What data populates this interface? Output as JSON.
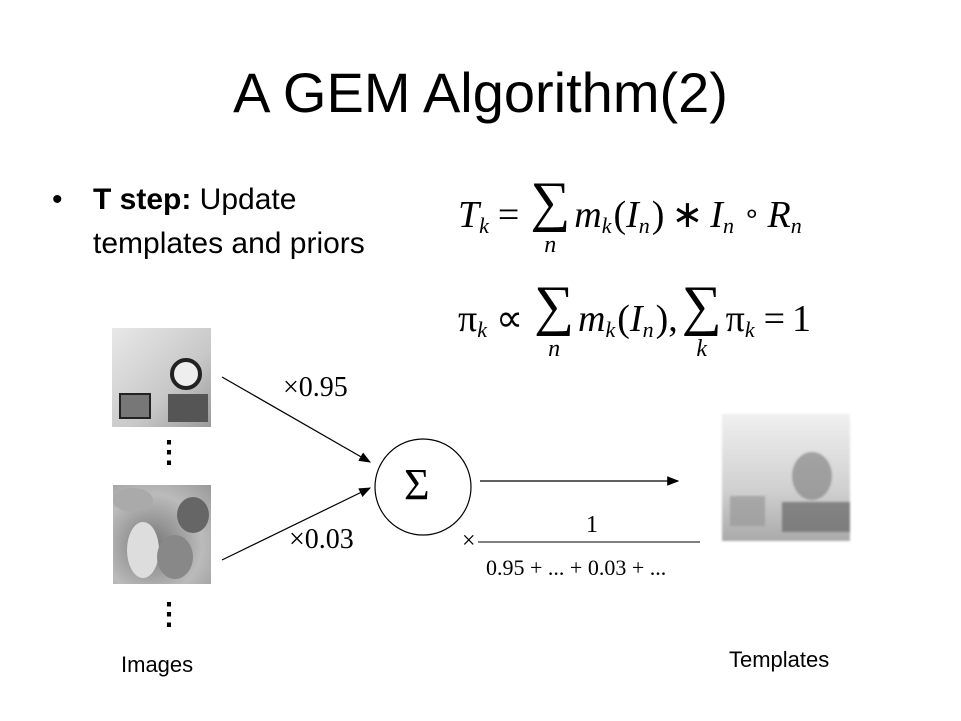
{
  "title": "A GEM Algorithm(2)",
  "bullet": {
    "marker": "•",
    "bold": "T step:",
    "text1": " Update",
    "text2": "templates and priors"
  },
  "formula1": {
    "T": "T",
    "k": "k",
    "eq": "=",
    "sum": "∑",
    "lim": "n",
    "m": "m",
    "mk": "k",
    "lp": "(",
    "I": "I",
    "n": "n",
    "rp": ")",
    "star": "∗",
    "I2": "I",
    "n2": "n",
    "circ": "∘",
    "R": "R",
    "n3": "n"
  },
  "formula2": {
    "pi": "π",
    "k": "k",
    "prop": "∝",
    "sum": "∑",
    "lim": "n",
    "m": "m",
    "mk": "k",
    "lp": "(",
    "I": "I",
    "n": "n",
    "rp": "),",
    "sum2": "∑",
    "lim2": "k",
    "pi2": "π",
    "k2": "k",
    "eq": "=",
    "one": "1"
  },
  "diagram": {
    "weight1": "×0.95",
    "weight2": "×0.03",
    "sum_symbol": "Σ",
    "times": "×",
    "numerator": "1",
    "denominator": "0.95 + ... + 0.03 + ...",
    "dots": "⋮",
    "images_label": "Images",
    "templates_label": "Templates"
  }
}
